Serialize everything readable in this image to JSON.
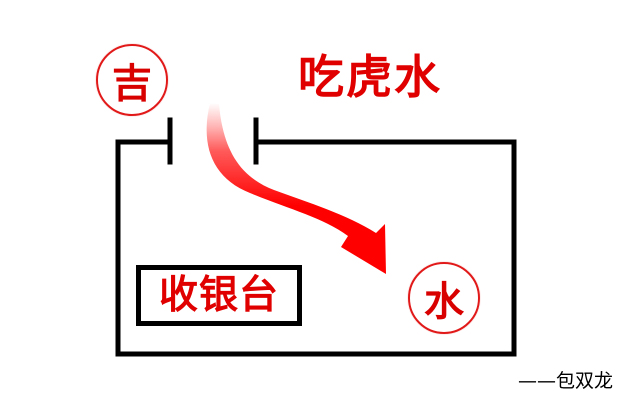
{
  "diagram": {
    "title": "吃虎水",
    "top_circle_text": "吉",
    "bottom_circle_text": "水",
    "cashier_label": "收银台",
    "author_text": "——包双龙",
    "colors": {
      "red": "#e00000",
      "black": "#000000",
      "background": "#ffffff"
    }
  }
}
